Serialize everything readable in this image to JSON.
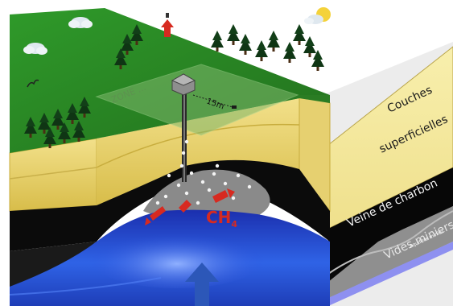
{
  "diagram": {
    "distance_label": "15m",
    "zone_label": "ZONE ...",
    "gas_label": "CH",
    "gas_subscript": "4"
  },
  "legend": {
    "layers": [
      {
        "label_line1": "Couches",
        "label_line2": "superficielles",
        "color": "#f6eba0"
      },
      {
        "label_line1": "Veine de charbon",
        "label_line2": "",
        "color": "#080808"
      },
      {
        "label_line1": "Vides miniers",
        "label_line2": "",
        "color": "#8e8e8e"
      },
      {
        "label_line1": "Aquifère minier",
        "label_line2": "",
        "color": "#8d8ff0"
      }
    ]
  },
  "colors": {
    "grass": "#2f8f28",
    "soil": "#e9d77a",
    "coal": "#0b0b0b",
    "water": "#2a4fd8",
    "arrow_red": "#d72a20",
    "arrow_blue": "#2c57b8",
    "sky": "#ffffff"
  }
}
